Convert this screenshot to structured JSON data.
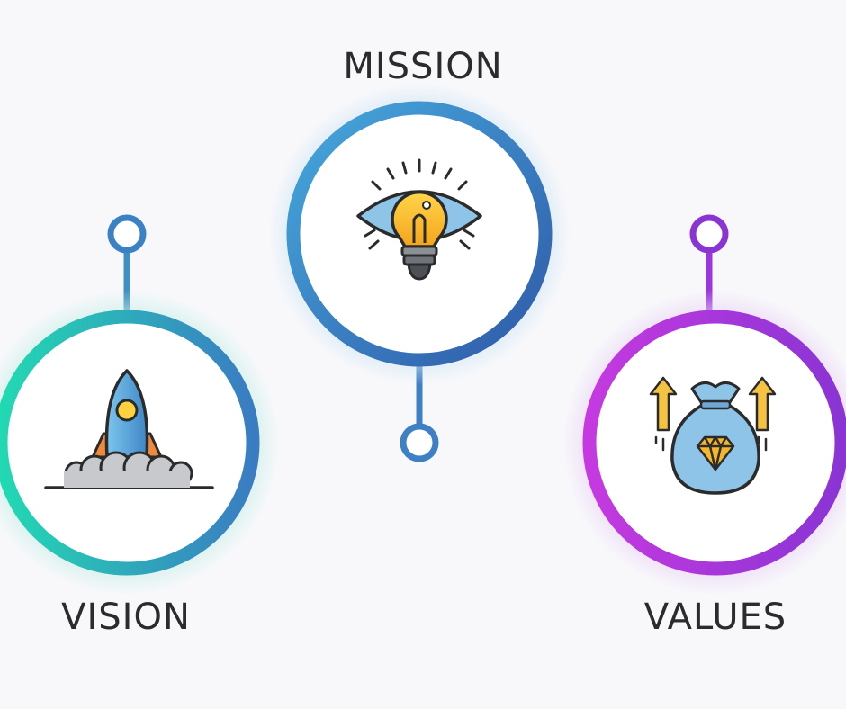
{
  "diagram": {
    "nodes": [
      {
        "id": "mission",
        "label": "MISSION",
        "icon": "eye-lightbulb-icon"
      },
      {
        "id": "vision",
        "label": "VISION",
        "icon": "rocket-icon"
      },
      {
        "id": "values",
        "label": "VALUES",
        "icon": "money-bag-diamond-icon"
      }
    ]
  },
  "colors": {
    "teal": "#1fd3b5",
    "blue": "#3d7fc4",
    "navy": "#2f5aa8",
    "purple": "#a52fd8",
    "violet": "#7b3fcf",
    "text": "#2b2b2b"
  }
}
